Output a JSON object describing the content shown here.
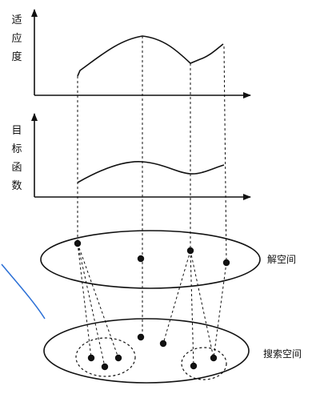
{
  "diagram": {
    "fitness_axis_label": [
      "适",
      "应",
      "度"
    ],
    "objective_axis_label": [
      "目",
      "标",
      "函",
      "数"
    ],
    "solution_space_label": "解空间",
    "search_space_label": "搜索空间"
  }
}
